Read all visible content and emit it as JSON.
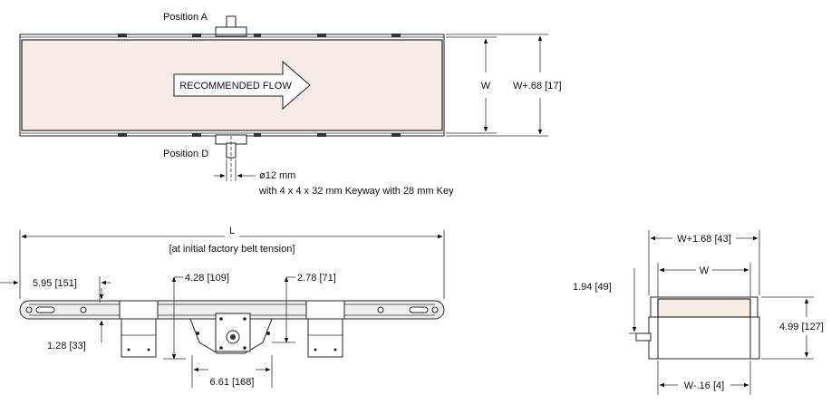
{
  "top_view": {
    "position_a": "Position A",
    "position_d": "Position D",
    "flow_label": "RECOMMENDED FLOW",
    "dim_w": "W",
    "dim_w_plus": "W+.68 [17]",
    "shaft_diameter": "ø12 mm",
    "keyway": "with 4 x 4 x 32 mm Keyway with 28 mm Key"
  },
  "side_view": {
    "dim_l": "L",
    "tension_note": "[at initial factory belt tension]",
    "dim_595": "5.95 [151]",
    "dim_428": "4.28 [109]",
    "dim_278": "2.78 [71]",
    "dim_128": "1.28 [33]",
    "dim_661": "6.61 [168]"
  },
  "end_view": {
    "dim_w_plus_168": "W+1.68 [43]",
    "dim_w": "W",
    "dim_194": "1.94 [49]",
    "dim_499": "4.99 [127]",
    "dim_w_minus": "W-.16 [4]"
  },
  "colors": {
    "belt_fill": "#f7ebe6",
    "line": "#222222"
  }
}
